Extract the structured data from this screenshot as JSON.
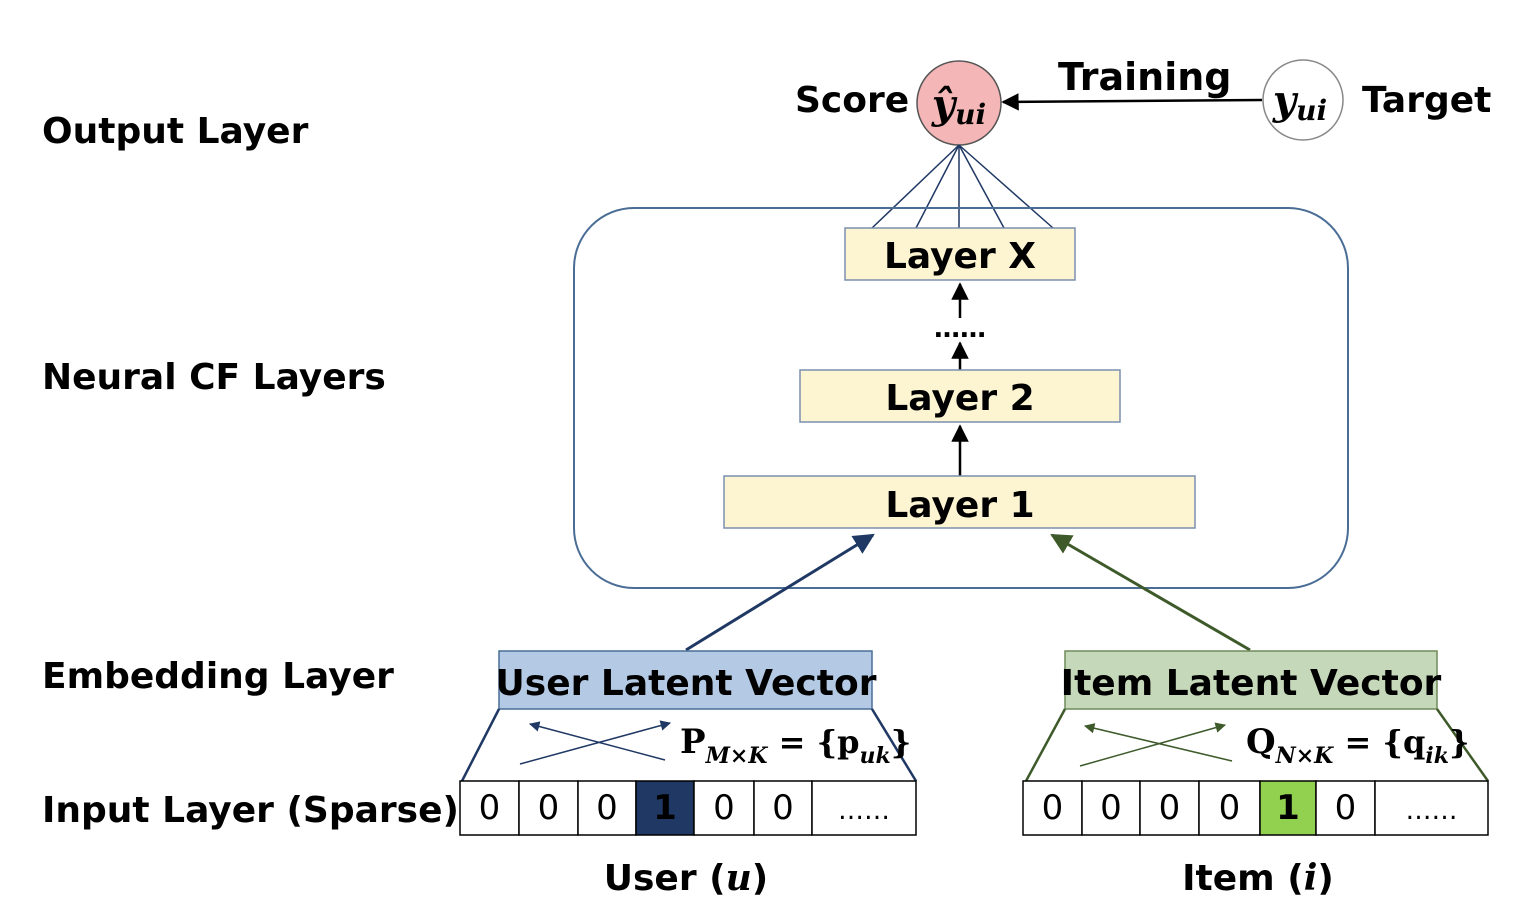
{
  "layers": {
    "output": "Output Layer",
    "neural": "Neural CF Layers",
    "embedding": "Embedding Layer",
    "input": "Input Layer (Sparse)"
  },
  "output": {
    "score_label": "Score",
    "target_label": "Target",
    "training_label": "Training",
    "score_symbol": "ŷ",
    "target_symbol": "y",
    "subscript": "ui"
  },
  "ncf": {
    "layer_x": "Layer X",
    "ellipsis": "……",
    "layer_2": "Layer 2",
    "layer_1": "Layer 1"
  },
  "embedding": {
    "user_vector": "User Latent Vector",
    "item_vector": "Item Latent Vector",
    "user_matrix": {
      "symbol": "P",
      "dims": "M×K",
      "eq": " = {",
      "vec": "p",
      "sub": "uk",
      "close": "}"
    },
    "item_matrix": {
      "symbol": "Q",
      "dims": "N×K",
      "eq": " = {",
      "vec": "q",
      "sub": "ik",
      "close": "}"
    }
  },
  "input": {
    "user_cells": [
      "0",
      "0",
      "0",
      "1",
      "0",
      "0",
      "……"
    ],
    "item_cells": [
      "0",
      "0",
      "0",
      "0",
      "1",
      "0",
      "……"
    ],
    "user_label_prefix": "User (",
    "user_label_var": "u",
    "user_label_suffix": ")",
    "item_label_prefix": "Item (",
    "item_label_var": "i",
    "item_label_suffix": ")"
  },
  "colors": {
    "score_fill": "#f4b6b6",
    "layer_fill": "#fdf4d2",
    "user_vector_fill": "#b3c9e4",
    "item_vector_fill": "#c5d8b9",
    "user_active_cell": "#1f3864",
    "item_active_cell": "#92d050",
    "container_stroke": "#4a6d96",
    "user_line": "#1f3864",
    "item_line": "#3e5a2a"
  }
}
